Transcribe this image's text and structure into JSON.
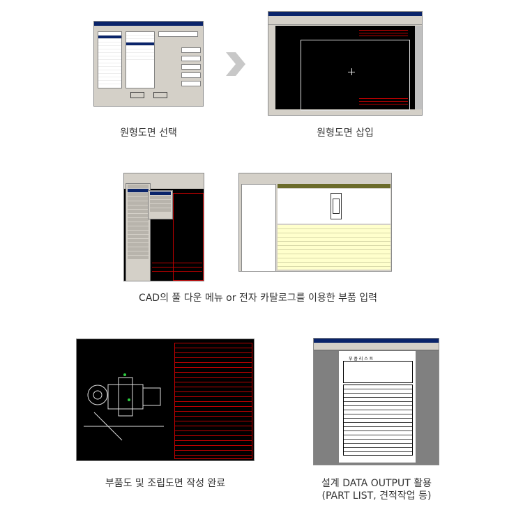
{
  "steps": [
    {
      "id": "step1",
      "caption": "원형도면 선택"
    },
    {
      "id": "step2",
      "caption": "원형도면 삽입"
    },
    {
      "id": "step3",
      "caption": "CAD의 풀 다운 메뉴 or 전자 카탈로그를 이용한 부품 입력"
    },
    {
      "id": "step4",
      "caption": "부품도 및 조립도면 작성 완료"
    },
    {
      "id": "step5",
      "caption_line1": "설계 DATA OUTPUT 활용",
      "caption_line2": "(PART LIST, 견적작업 등)"
    }
  ],
  "arrow": {
    "icon": "chevron-right-icon",
    "color": "#c8c8c8"
  },
  "parts_list_window": {
    "document_title": "부 품 리 스 트"
  },
  "colors": {
    "cad_background": "#000000",
    "cad_lines": "#c00000",
    "window_face": "#d4d0c8",
    "titlebar": "#0a246a",
    "catalog_header": "#6b6b2a",
    "catalog_table": "#ffffcc"
  }
}
